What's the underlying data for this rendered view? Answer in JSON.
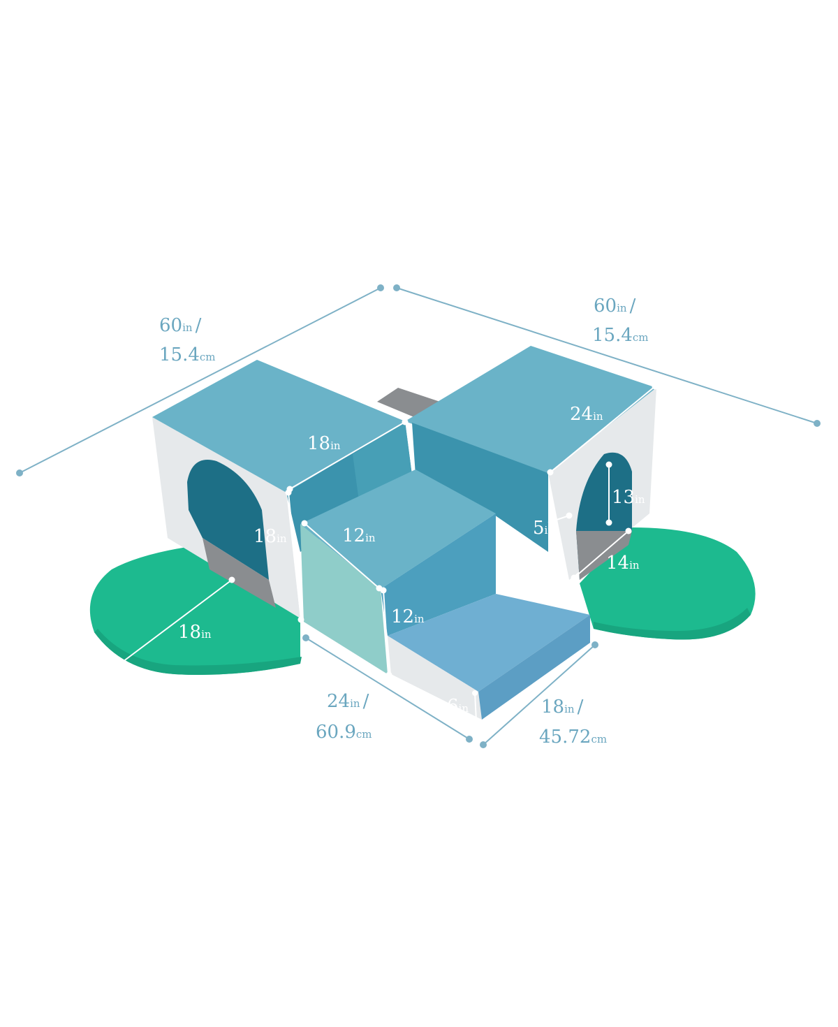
{
  "diagram": {
    "outer": {
      "left_width": {
        "value": "60",
        "unit": "in",
        "sep": "/",
        "value2": "15.4",
        "unit2": "cm"
      },
      "right_width": {
        "value": "60",
        "unit": "in",
        "sep": "/",
        "value2": "15.4",
        "unit2": "cm"
      },
      "front_depth": {
        "value": "24",
        "unit": "in",
        "sep": "/",
        "value2": "60.9",
        "unit2": "cm"
      },
      "step_width": {
        "value": "18",
        "unit": "in",
        "sep": "/",
        "value2": "45.72",
        "unit2": "cm"
      }
    },
    "inner": {
      "left_top": {
        "value": "18",
        "unit": "in"
      },
      "left_front": {
        "value": "18",
        "unit": "in"
      },
      "right_top": {
        "value": "24",
        "unit": "in"
      },
      "tunnel_height": {
        "value": "13",
        "unit": "in"
      },
      "tunnel_base": {
        "value": "5",
        "unit": "in"
      },
      "tunnel_depth": {
        "value": "14",
        "unit": "in"
      },
      "step_top": {
        "value": "12",
        "unit": "in"
      },
      "step_front": {
        "value": "12",
        "unit": "in"
      },
      "step_low": {
        "value": "6",
        "unit": "in"
      },
      "mat": {
        "value": "18",
        "unit": "in"
      }
    },
    "colors": {
      "teal_dark": "#3b93ad",
      "teal_top": "#6ab3c8",
      "teal_mid": "#58a5bd",
      "light_gray": "#e6e9eb",
      "dark_gray": "#8a8d90",
      "green": "#1dba8f",
      "green_light": "#34c99a",
      "step_blue": "#6fafd2",
      "mint": "#8fcdc9",
      "dim_line": "#7eb1c6"
    }
  }
}
